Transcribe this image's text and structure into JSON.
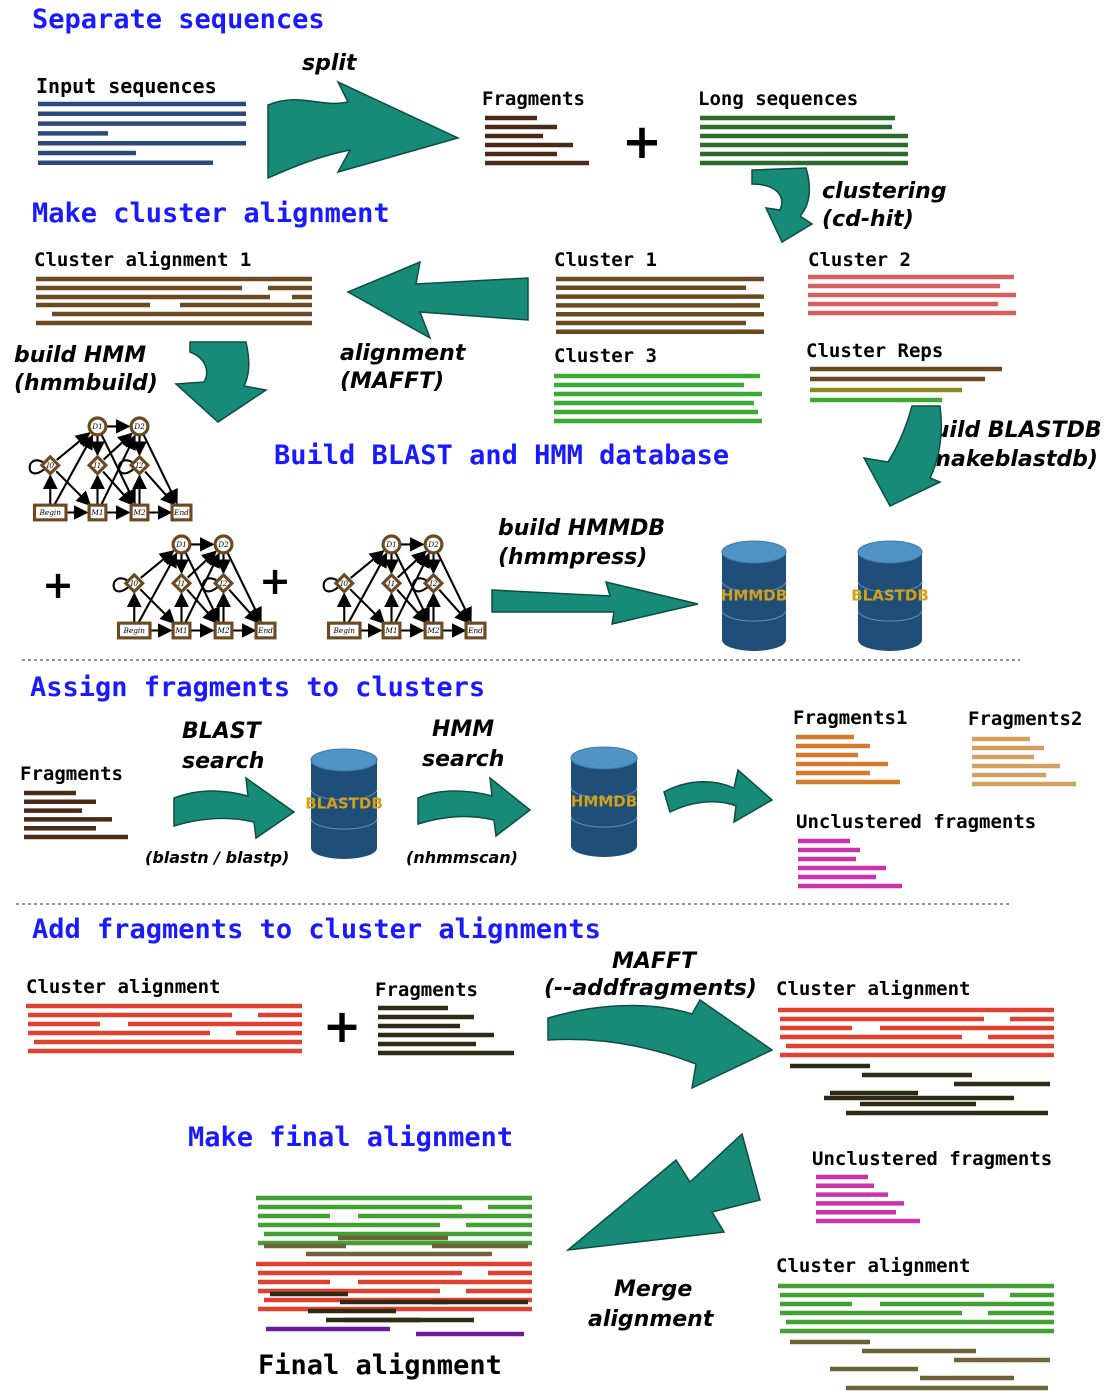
{
  "colors": {
    "heading": "#1a1aff",
    "arrow": "#178a78",
    "arrow_stroke": "#0d4d44",
    "db_fill": "#1f4e79",
    "db_top": "#4f94c4",
    "db_text": "#d4a017",
    "input_seq": "#2b4a7a",
    "fragments": "#4a2a16",
    "long_seq": "#2d6b2d",
    "cluster1": "#6b4a22",
    "cluster2": "#d46060",
    "cluster3": "#3aaa35",
    "rep_brown": "#6b4a22",
    "rep_olive": "#8a8a20",
    "rep_green": "#3aaa35",
    "aln1": "#6b4a22",
    "frag1": "#d47a2a",
    "frag2": "#d4a060",
    "unclustered": "#cc33aa",
    "red_aln": "#e04030",
    "dark_frag": "#2e2a14",
    "green_aln": "#44a035",
    "olive_frag": "#6e6238",
    "purple": "#6a1a9a",
    "hmm_node": "#6b4a22"
  },
  "sections": {
    "separate": "Separate sequences",
    "cluster_aln": "Make cluster alignment",
    "build_db": "Build BLAST and HMM database",
    "assign": "Assign fragments to clusters",
    "add": "Add fragments to cluster alignments",
    "final": "Make final alignment"
  },
  "labels": {
    "input_sequences": "Input sequences",
    "fragments_top": "Fragments",
    "long_sequences": "Long sequences",
    "cluster1": "Cluster 1",
    "cluster2": "Cluster 2",
    "cluster3": "Cluster 3",
    "cluster_reps": "Cluster Reps",
    "cluster_alignment_1": "Cluster alignment 1",
    "fragments_assign": "Fragments",
    "fragments1": "Fragments1",
    "fragments2": "Fragments2",
    "unclustered_assign": "Unclustered fragments",
    "cluster_alignment_add": "Cluster alignment",
    "fragments_add": "Fragments",
    "cluster_alignment_result": "Cluster alignment",
    "unclustered_final": "Unclustered fragments",
    "cluster_alignment_final": "Cluster alignment",
    "final_alignment": "Final alignment"
  },
  "operations": {
    "split": "split",
    "clustering": [
      "clustering",
      "(cd-hit)"
    ],
    "alignment": [
      "alignment",
      "(MAFFT)"
    ],
    "build_hmm": [
      "build HMM",
      "(hmmbuild)"
    ],
    "build_blastdb": [
      "build BLASTDB",
      "(makeblastdb)"
    ],
    "build_hmmdb": [
      "build HMMDB",
      "(hmmpress)"
    ],
    "blast_search": [
      "BLAST",
      "search"
    ],
    "blast_tool": "(blastn / blastp)",
    "hmm_search": [
      "HMM",
      "search"
    ],
    "hmm_tool": "(nhmmscan)",
    "mafft_add": [
      "MAFFT",
      "(--addfragments)"
    ],
    "merge": [
      "Merge",
      "alignment"
    ]
  },
  "symbols": {
    "plus": "+"
  },
  "databases": {
    "hmmdb": "HMMDB",
    "blastdb": "BLASTDB"
  },
  "hmm_nodes": {
    "d1": "D1",
    "d2": "D2",
    "i0": "I0",
    "i1": "I1",
    "i2": "I2",
    "begin": "Begin",
    "m1": "M1",
    "m2": "M2",
    "end": "End"
  }
}
